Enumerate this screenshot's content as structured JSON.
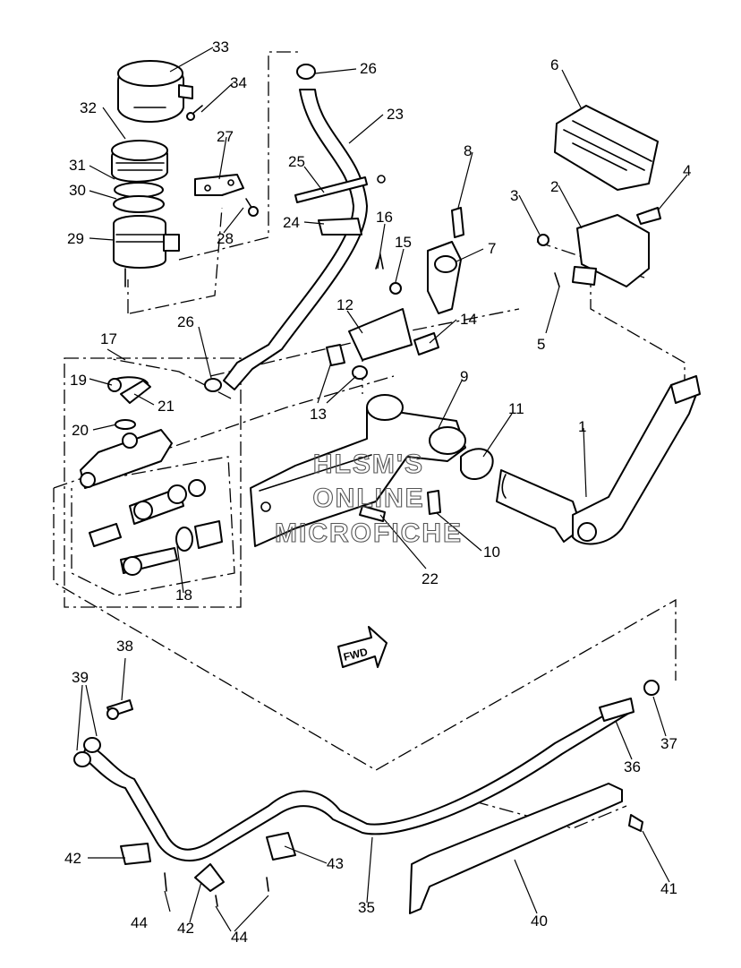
{
  "watermark": {
    "line1": "HLSM'S",
    "line2": "ONLINE",
    "line3": "MICROFICHE"
  },
  "fwd_label": "FWD",
  "callouts": {
    "p1": "1",
    "p2": "2",
    "p3": "3",
    "p4": "4",
    "p5": "5",
    "p6": "6",
    "p7": "7",
    "p8": "8",
    "p9": "9",
    "p10": "10",
    "p11": "11",
    "p12": "12",
    "p13": "13",
    "p14": "14",
    "p15": "15",
    "p16": "16",
    "p17": "17",
    "p18": "18",
    "p19": "19",
    "p20": "20",
    "p21": "21",
    "p22": "22",
    "p23": "23",
    "p24": "24",
    "p25": "25",
    "p26": "26",
    "p27": "27",
    "p28": "28",
    "p29": "29",
    "p30": "30",
    "p31": "31",
    "p32": "32",
    "p33": "33",
    "p34": "34",
    "p35": "35",
    "p36": "36",
    "p37": "37",
    "p38": "38",
    "p39": "39",
    "p40": "40",
    "p41": "41",
    "p42": "42",
    "p43": "43",
    "p44": "44"
  }
}
